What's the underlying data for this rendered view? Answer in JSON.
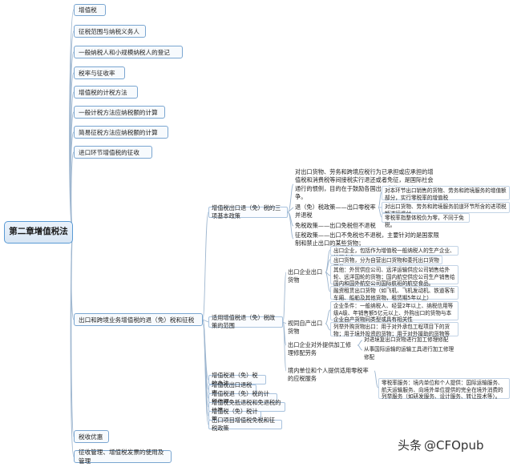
{
  "root": {
    "label": "第二章增值税法"
  },
  "level1": [
    "增值税",
    "征税范围与纳税义务人",
    "一般纳税人和小规模纳税人的登记",
    "税率与征收率",
    "增值税的计税方法",
    "一般计税方法应纳税额的计算",
    "简易征税方法应纳税额的计算",
    "进口环节增值税的征收",
    "出口和跨境业务增值税的退（免）税和征税",
    "税收优惠",
    "征收管理、增值税发票的使用及管理"
  ],
  "export": {
    "level2": [
      "增值税出口退（免）税的三项基本政策",
      "适用增值税退（免）税政策的范围",
      "增值税退（免）税的办法",
      "增值税出口退税率",
      "增值税退（免）税的计税依据",
      "增值税免抵退税和免退税的计算",
      "增值税（免）税计算",
      "出口项目增值税免税和征税政策"
    ],
    "policy": {
      "intro": "对出口货物、劳务和跨境应税行为已承担或应承担的增值税和消费税等间接税实行退还或者免征，是国际社会通行的惯例，目的在于鼓励各国出口货物、服务公平竞争。",
      "free_refund": "退（免）税政策——出口零税率并退税",
      "free_refund_items": [
        "对本环节出口销售的货物、劳务和跨境服务的增值额部分，实行零税率的增值税",
        "对出口货物、劳务和跨境服务前道环节所含的进项税额进行退付",
        "零税率指整体税负为零，不同于免税。"
      ],
      "exempt": "免税政策——出口免税但不退税",
      "taxed": "征税政策——出口不免税也不退税，主要针对的是国家限制和禁止出口的某些货物；"
    },
    "scope": {
      "cat1": "出口企业出口货物",
      "cat1_items": [
        "出口企业，包括作为增值税一般纳税人的生产企业、外贸企业。",
        "出口货物，分为自营出口货物和委托出口货物两类",
        "其他：外贸供应公司、远洋运输供应公司销售给外轮、远洋国轮的货物；国内航空供应公司生产销售给国内和国外航空公司国际航班的航空食品。",
        "融资租赁出口货物（如飞机、飞机发动机、铁道客车车厢、船舶及其他货物，租赁期5年以上）"
      ],
      "cat2": "视同自产出口货物",
      "cat2_items": [
        "企业条件：一般纳税人、经营2年以上、纳税信用等级A级、年销售额5亿元以上、外购出口的货物与本企业自产货物同类型或具有相关性",
        "列举外购货物出口：用于对外承包工程项目下的货物；用于境外投资的货物；用于对外援助的货物等"
      ],
      "cat3": "出口企业对外提供加工修理修配劳务",
      "cat3_items": [
        "对进境复出口货物进行加工修理修配",
        "从事国际运输的运输工具进行加工修理修配"
      ],
      "cat4": "境内单位和个人提供适用零税率的应税服务",
      "cat4_items": [
        "零税率服务：境内单位和个人提供：国际运输服务、航天运输服务、向境外单位提供的完全在境外消费的列举服务（如研发服务、设计服务、转让技术等）。"
      ]
    }
  },
  "watermark": {
    "prefix": "头条",
    "handle": "@CFOpub"
  }
}
